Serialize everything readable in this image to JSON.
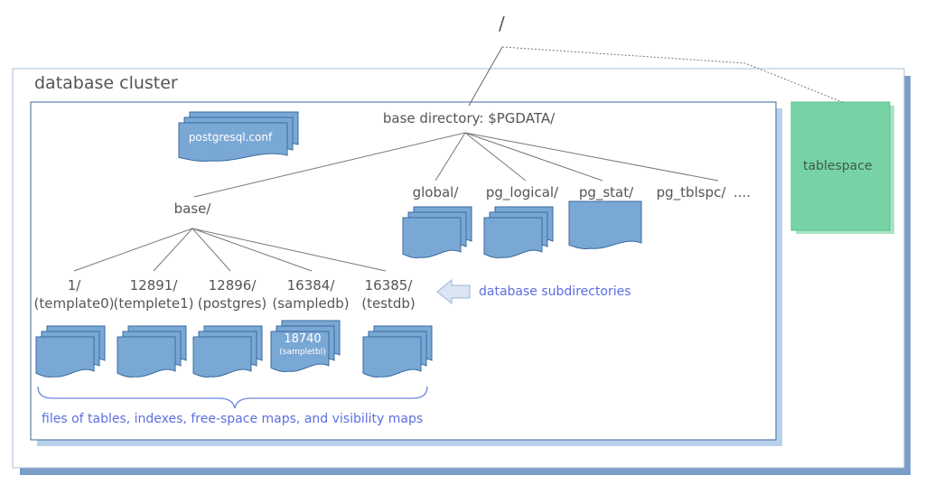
{
  "root_label": "/",
  "cluster": {
    "title": "database cluster",
    "base_directory": "base directory: $PGDATA/",
    "config_file": "postgresql.conf"
  },
  "tablespace": {
    "label": "tablespace"
  },
  "subdirs": {
    "base": "base/",
    "global": "global/",
    "pg_logical": "pg_logical/",
    "pg_stat": "pg_stat/",
    "pg_tblspc": "pg_tblspc/",
    "more": "...."
  },
  "databases": [
    {
      "oid": "1/",
      "name": "(template0)"
    },
    {
      "oid": "12891/",
      "name": "(templete1)"
    },
    {
      "oid": "12896/",
      "name": "(postgres)"
    },
    {
      "oid": "16384/",
      "name": "(sampledb)"
    },
    {
      "oid": "16385/",
      "name": "(testdb)"
    }
  ],
  "sample_file": {
    "oid": "18740",
    "name": "(sampletbl)"
  },
  "annotations": {
    "database_subdirectories": "database subdirectories",
    "files_caption": "files of tables, indexes, free-space maps, and visibility maps"
  },
  "colors": {
    "file_fill": "#7aa8d5",
    "file_stroke": "#3a6a9e",
    "tablespace_fill": "#77d3a6",
    "shadow": "#7a9ec8",
    "inner_shadow": "#b8d0ea",
    "caption_blue": "#5b6fe0"
  }
}
